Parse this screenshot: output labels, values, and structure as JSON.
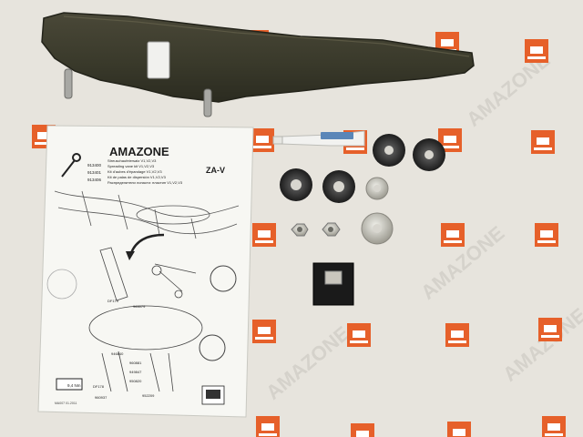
{
  "sheet": {
    "brand": "AMAZONE",
    "model": "ZA-V",
    "part_numbers": [
      "913400",
      "913401",
      "913406"
    ],
    "descriptions": [
      "Streuschaufelersatz V1,V2,V3",
      "Spreading vane kit V1,V2,V3",
      "Kit d'aubes d'épandage V1,V2,V3",
      "Kit de palas de dispersión V1,V2,V3",
      "Распределители лопасти: пластин V1,V2,V3"
    ],
    "callouts": [
      "DF179",
      "965079",
      "946840",
      "960881",
      "949847",
      "950820",
      "DF178",
      "952209",
      "960937"
    ],
    "torque": "9,4 Nm",
    "footer_code": "MA007 01.2011"
  },
  "background_watermark": "AMAZONE",
  "colors": {
    "logo_orange": "#e6602a",
    "blade_dark": "#3b3a2c",
    "paper": "#f6f6f2",
    "backdrop": "#e6e3dc"
  }
}
